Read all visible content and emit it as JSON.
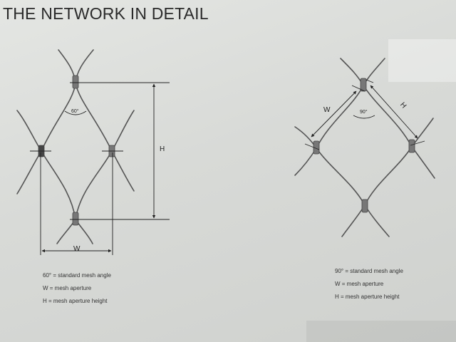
{
  "page": {
    "title": "THE NETWORK IN DETAIL"
  },
  "left_diagram": {
    "angle_label": "60°",
    "height_label": "H",
    "width_label": "W",
    "legend": [
      "60° = standard mesh angle",
      "W = mesh aperture",
      "H = mesh aperture height"
    ]
  },
  "right_diagram": {
    "angle_label": "90°",
    "width_label": "W",
    "height_label": "H",
    "legend": [
      "90° = standard mesh angle",
      "W = mesh aperture",
      "H = mesh aperture height"
    ]
  },
  "colors": {
    "ink": "#2a2a2a",
    "cable": "#555555",
    "paper": "#e2e4e1"
  }
}
